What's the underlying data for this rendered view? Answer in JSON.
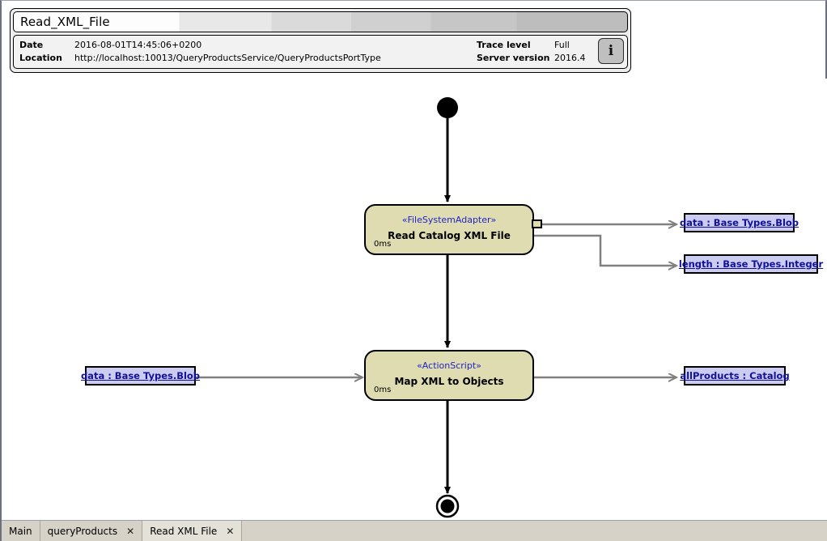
{
  "header": {
    "title": "Read_XML_File",
    "date_label": "Date",
    "date_value": "2016-08-01T14:45:06+0200",
    "location_label": "Location",
    "location_value": "http://localhost:10013/QueryProductsService/QueryProductsPortType",
    "trace_level_label": "Trace level",
    "trace_level_value": "Full",
    "server_version_label": "Server version",
    "server_version_value": "2016.4",
    "info_button_glyph": "i"
  },
  "diagram": {
    "initial_node_name": "initial-node",
    "final_node_name": "final-node",
    "activities": [
      {
        "stereotype": "«FileSystemAdapter»",
        "name": "Read Catalog XML File",
        "duration": "0ms"
      },
      {
        "stereotype": "«ActionScript»",
        "name": "Map XML to Objects",
        "duration": "0ms"
      }
    ],
    "data_objects": [
      {
        "label": "data : Base Types.Blob"
      },
      {
        "label": "length : Base Types.Integer"
      },
      {
        "label": "data : Base Types.Blob"
      },
      {
        "label": "allProducts : Catalog"
      }
    ]
  },
  "tabs": [
    {
      "label": "Main",
      "closable": false,
      "active": false,
      "close_glyph": ""
    },
    {
      "label": "queryProducts",
      "closable": true,
      "active": false,
      "close_glyph": "✕"
    },
    {
      "label": "Read XML File",
      "closable": true,
      "active": true,
      "close_glyph": "✕"
    }
  ],
  "colors": {
    "activity_fill": "#dedcb0",
    "data_object_fill": "#ccccf0",
    "stereotype_text": "#2222cc",
    "data_object_text": "#11119a",
    "control_flow_line": "#000000",
    "data_flow_line": "#808080"
  }
}
